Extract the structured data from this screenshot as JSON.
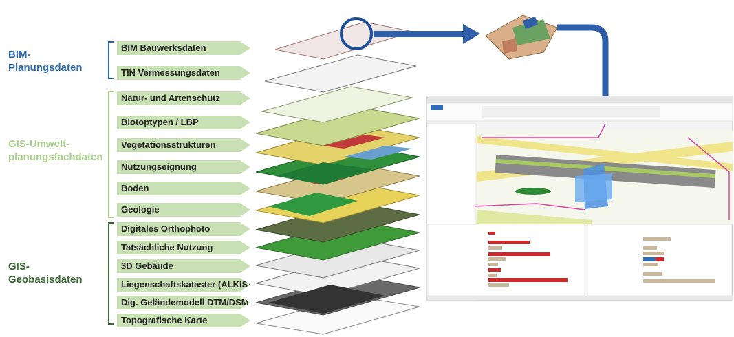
{
  "groups": [
    {
      "label": "BIM-\nPlanungsdaten",
      "color": "#2e6db5"
    },
    {
      "label": "GIS-Umwelt-\nplanungsfachdaten",
      "color": "#a9cf8c"
    },
    {
      "label": "GIS-\nGeobasisdaten",
      "color": "#3b6b35"
    }
  ],
  "layers": [
    "BIM Bauwerksdaten",
    "TIN Vermessungsdaten",
    "Natur- und Artenschutz",
    "Biotoptypen / LBP",
    "Vegetationsstrukturen",
    "Nutzungseignung",
    "Boden",
    "Geologie",
    "Digitales Orthophoto",
    "Tatsächliche Nutzung",
    "3D Gebäude",
    "Liegenschaftskataster (ALKIS)",
    "Dig. Geländemodell DTM/DSM",
    "Topografische Karte"
  ],
  "colors": {
    "bim_blue": "#2e6db5",
    "umwelt_green": "#a9cf8c",
    "geobasis_green": "#3b6b35",
    "label_fill": "#c8e0b4",
    "arrow_blue": "#2f5fa8"
  },
  "icons": [
    "magnifier-circle-icon",
    "arrow-right-icon",
    "arrow-down-icon"
  ]
}
